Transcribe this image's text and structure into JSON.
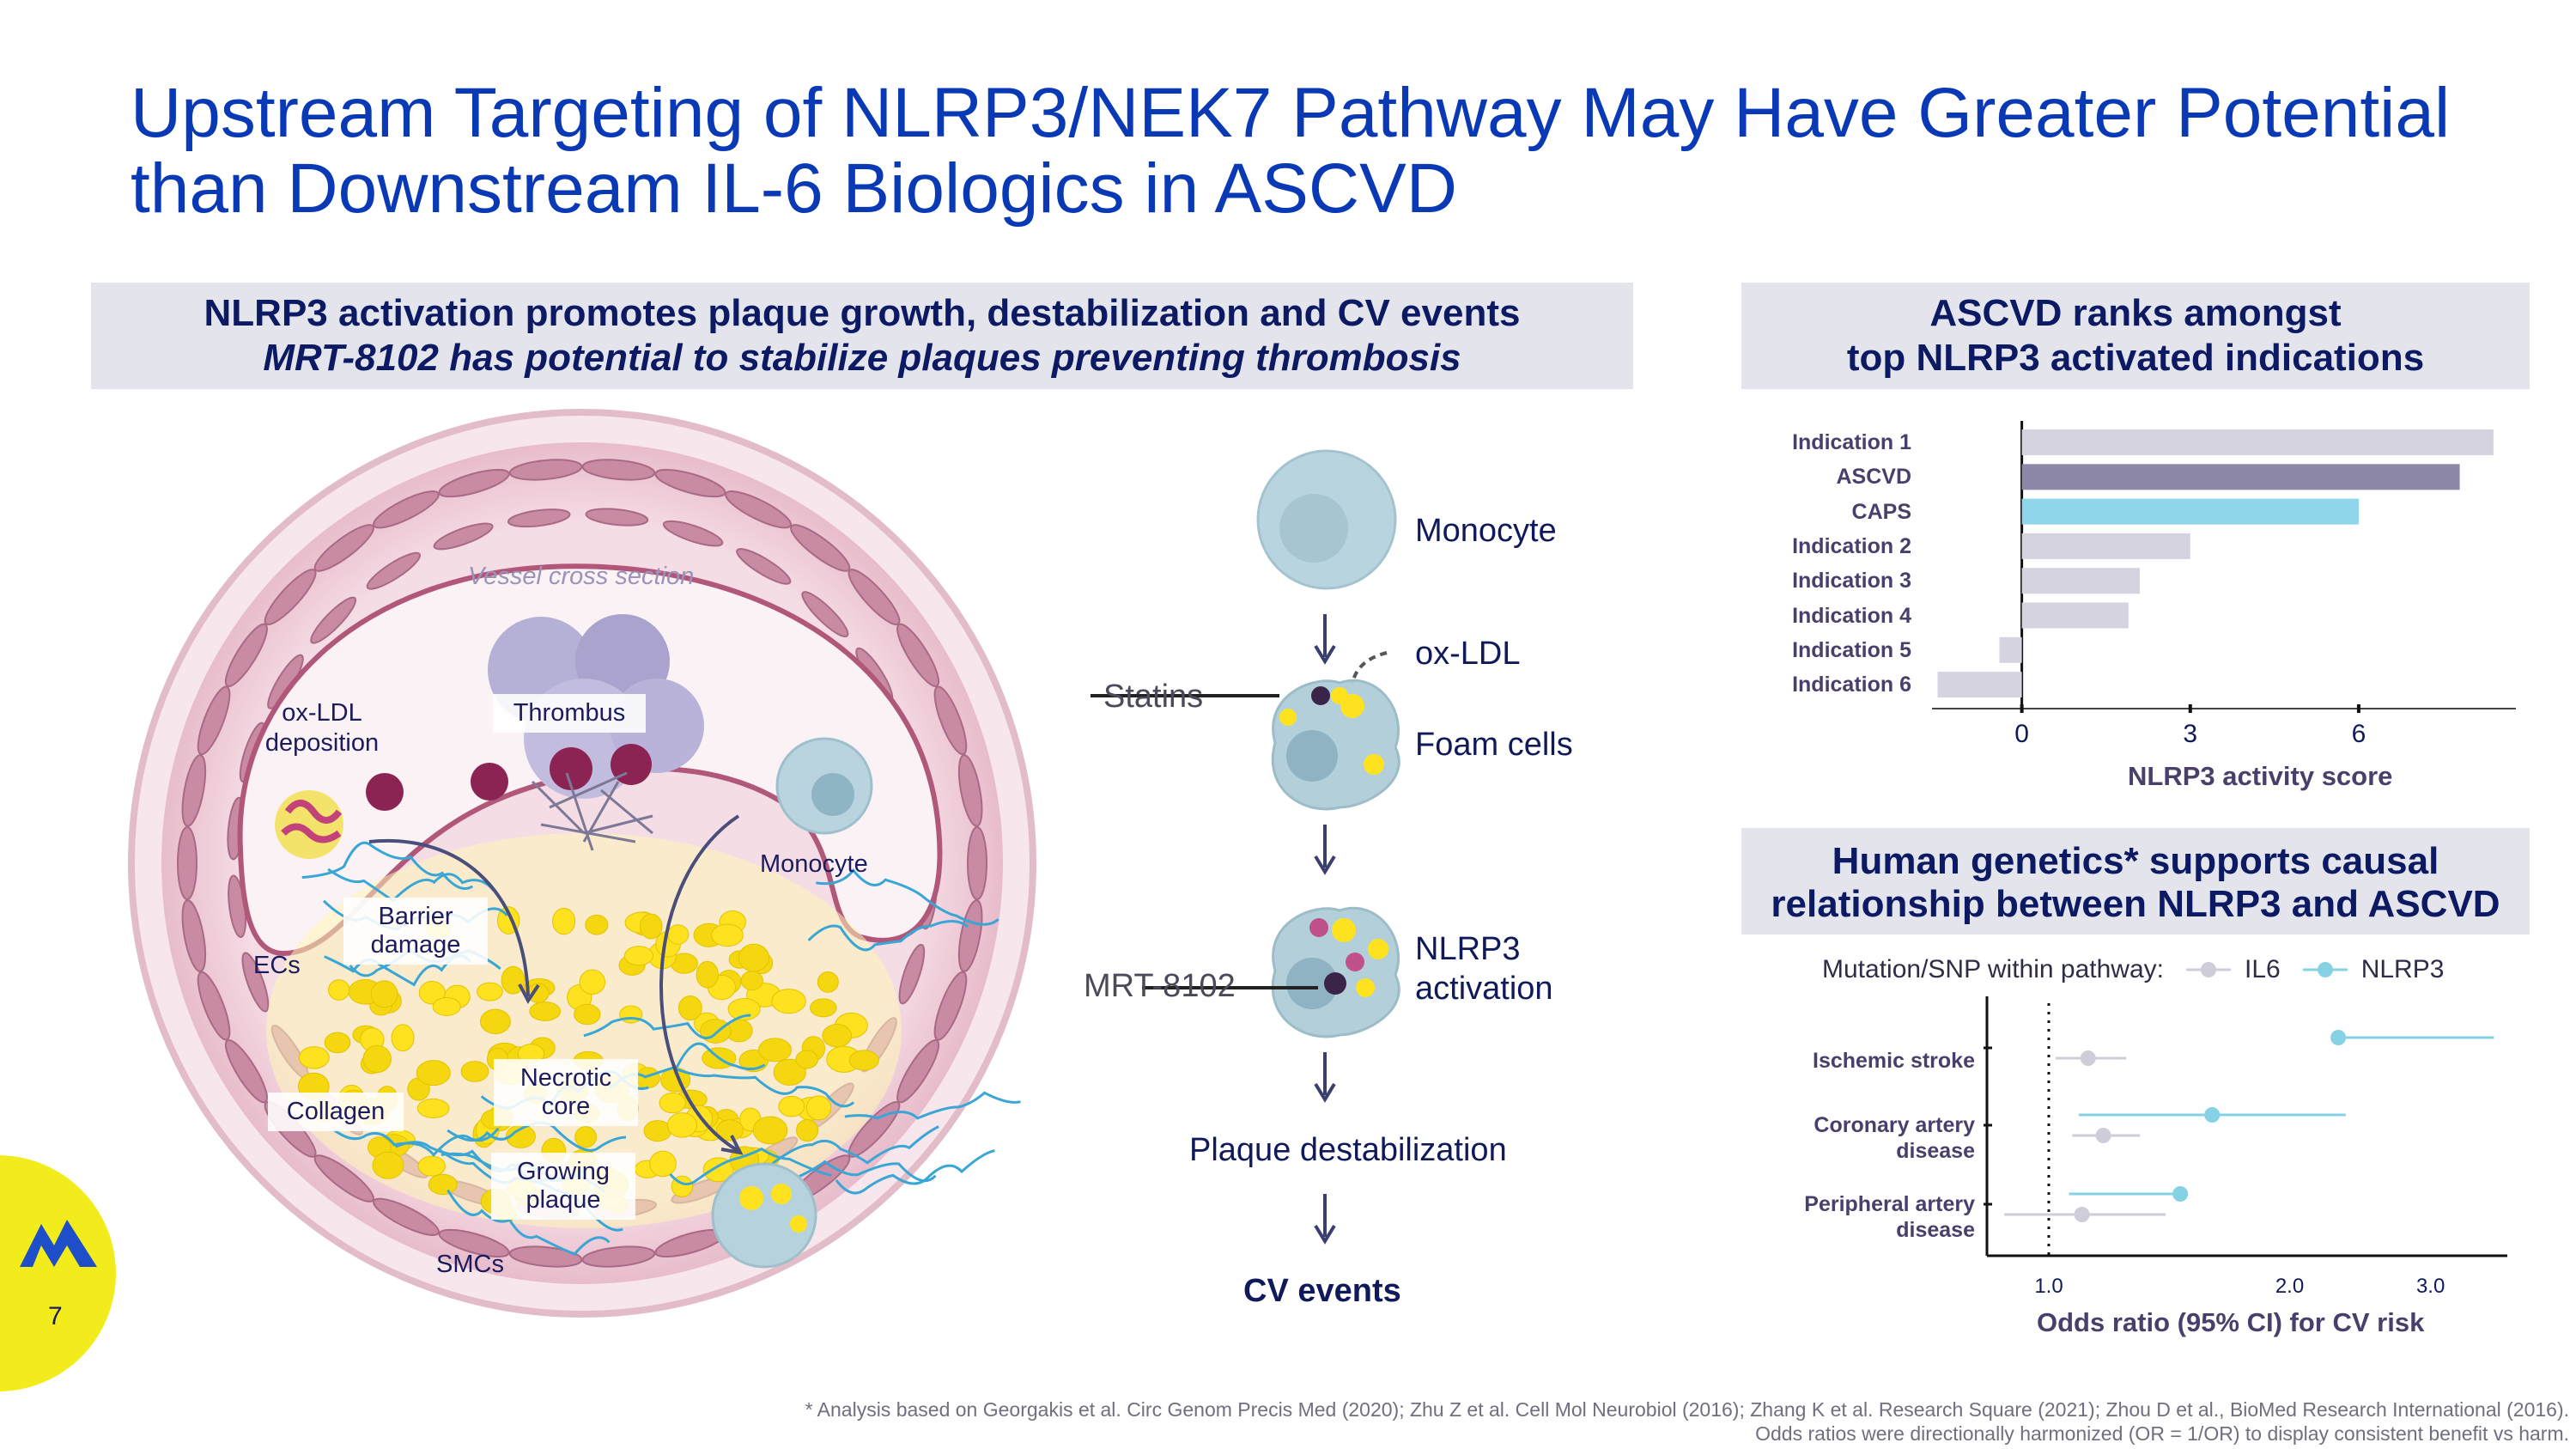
{
  "slide": {
    "title_line1": "Upstream Targeting of NLRP3/NEK7 Pathway May Have Greater Potential",
    "title_line2": "than Downstream IL-6 Biologics in ASCVD",
    "page_number": "7"
  },
  "left_panel": {
    "heading": "NLRP3 activation promotes plaque growth, destabilization and CV events",
    "subheading": "MRT-8102 has potential to stabilize plaques preventing thrombosis",
    "diagram_labels": {
      "vessel": "Vessel cross section",
      "oxldl_1": "ox-LDL",
      "oxldl_2": "deposition",
      "thrombus": "Thrombus",
      "monocyte": "Monocyte",
      "barrier_1": "Barrier",
      "barrier_2": "damage",
      "ecs": "ECs",
      "collagen": "Collagen",
      "necrotic_1": "Necrotic",
      "necrotic_2": "core",
      "growing_1": "Growing",
      "growing_2": "plaque",
      "smcs": "SMCs"
    }
  },
  "flow": {
    "monocyte": "Monocyte",
    "oxldl": "ox-LDL",
    "statins": "Statins",
    "foam": "Foam cells",
    "nlrp3_1": "NLRP3",
    "nlrp3_2": "activation",
    "mrt": "MRT-8102",
    "plaque": "Plaque destabilization",
    "cv": "CV events"
  },
  "ranking": {
    "heading_1": "ASCVD ranks amongst",
    "heading_2": "top NLRP3 activated indications",
    "colors": {
      "default": "#d4d3df",
      "ascvd": "#8e88a8",
      "caps": "#8fd6ea"
    },
    "chart_data": {
      "type": "bar",
      "orientation": "horizontal",
      "categories": [
        "Indication 1",
        "ASCVD",
        "CAPS",
        "Indication 2",
        "Indication 3",
        "Indication 4",
        "Indication 5",
        "Indication 6"
      ],
      "values": [
        8.4,
        7.8,
        6.0,
        3.0,
        2.1,
        1.9,
        -0.4,
        -1.5
      ],
      "xlabel": "NLRP3 activity score",
      "xticks": [
        "0",
        "3",
        "6"
      ],
      "xlim": [
        -1.6,
        8.8
      ]
    }
  },
  "genetics": {
    "heading_1": "Human genetics* supports causal",
    "heading_2": "relationship between NLRP3 and ASCVD",
    "legend_title": "Mutation/SNP within pathway:",
    "colors": {
      "IL6": "#cfcdd9",
      "NLRP3": "#86d2e5"
    },
    "chart_data": {
      "type": "scatter",
      "subtype": "forest_plot",
      "categories": [
        "Ischemic stroke",
        "Coronary artery disease",
        "Peripheral artery disease"
      ],
      "category_lines": [
        [
          "Ischemic stroke"
        ],
        [
          "Coronary artery",
          "disease"
        ],
        [
          "Peripheral artery",
          "disease"
        ]
      ],
      "series": [
        {
          "name": "IL6",
          "estimates": [
            1.12,
            1.17,
            1.1
          ],
          "ci_low": [
            1.02,
            1.07,
            0.88
          ],
          "ci_high": [
            1.25,
            1.3,
            1.4
          ]
        },
        {
          "name": "NLRP3",
          "estimates": [
            2.3,
            1.6,
            1.46
          ],
          "ci_low": [
            2.3,
            1.09,
            1.06
          ],
          "ci_high": [
            3.6,
            2.35,
            1.46
          ]
        }
      ],
      "xlabel": "Odds ratio (95% CI) for CV risk",
      "xticks": [
        "1.0",
        "2.0",
        "3.0"
      ],
      "reference_line": 1.0
    }
  },
  "footnote": {
    "line1": "* Analysis based on Georgakis et al. Circ Genom Precis Med (2020); Zhu Z et al. Cell Mol Neurobiol (2016); Zhang K et al. Research Square (2021); Zhou D et al., BioMed Research International (2016).",
    "line2": "Odds ratios were directionally harmonized (OR = 1/OR) to display consistent benefit vs harm."
  }
}
